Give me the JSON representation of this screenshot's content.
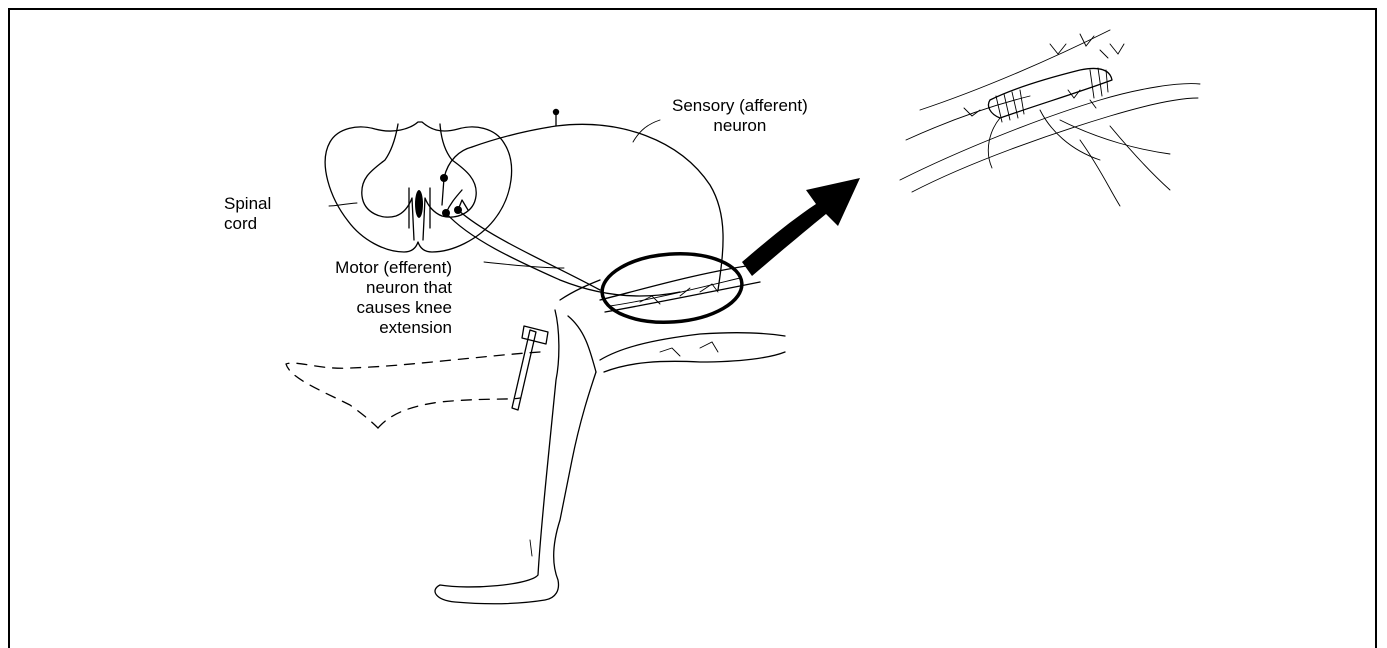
{
  "labels": {
    "sensory": [
      "Sensory (afferent)",
      "neuron"
    ],
    "spinal": [
      "Spinal",
      "cord"
    ],
    "motor": [
      "Motor (efferent)",
      "neuron that",
      "causes knee",
      "extension"
    ]
  },
  "colors": {
    "ink": "#000000",
    "background": "#ffffff"
  }
}
